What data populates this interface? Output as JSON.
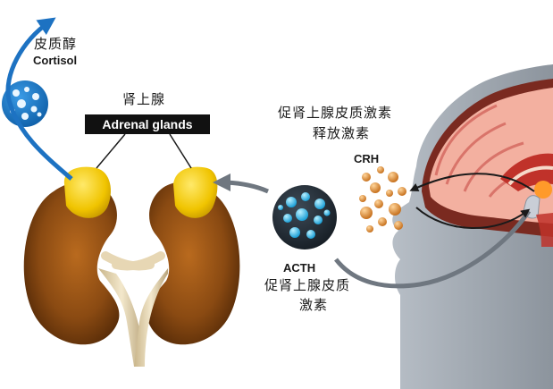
{
  "cortisol": {
    "zh": "皮质醇",
    "en": "Cortisol"
  },
  "adrenal": {
    "zh": "肾上腺",
    "en": "Adrenal glands"
  },
  "crh": {
    "zh_line1": "促肾上腺皮质激素",
    "zh_line2": "释放激素",
    "abbr": "CRH"
  },
  "acth": {
    "abbr": "ACTH",
    "zh_line1": "促肾上腺皮质",
    "zh_line2": "激素"
  },
  "colors": {
    "kidney": "#8a4a12",
    "kidney_dark": "#5a2c08",
    "adrenal_gland": "#f0c400",
    "cortisol_blue": "#1f7fd0",
    "acth_blue": "#2bb8e8",
    "crh_orange": "#d9822b",
    "head_gray": "#9aa3ad",
    "brain_pink": "#f3b0a0",
    "brain_red": "#c0322a",
    "arrow_gray": "#6f7780",
    "arrow_blue": "#1d72c2"
  }
}
